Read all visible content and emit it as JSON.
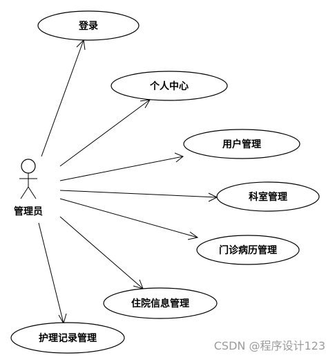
{
  "actor": {
    "label": "管理员"
  },
  "use_cases": [
    {
      "id": "login",
      "label": "登录"
    },
    {
      "id": "personal-center",
      "label": "个人中心"
    },
    {
      "id": "user-management",
      "label": "用户管理"
    },
    {
      "id": "department-management",
      "label": "科室管理"
    },
    {
      "id": "outpatient-management",
      "label": "门诊病历管理"
    },
    {
      "id": "inpatient-management",
      "label": "住院信息管理"
    },
    {
      "id": "nursing-record-management",
      "label": "护理记录管理"
    }
  ],
  "watermark": {
    "text": "CSDN @程序设计123"
  }
}
